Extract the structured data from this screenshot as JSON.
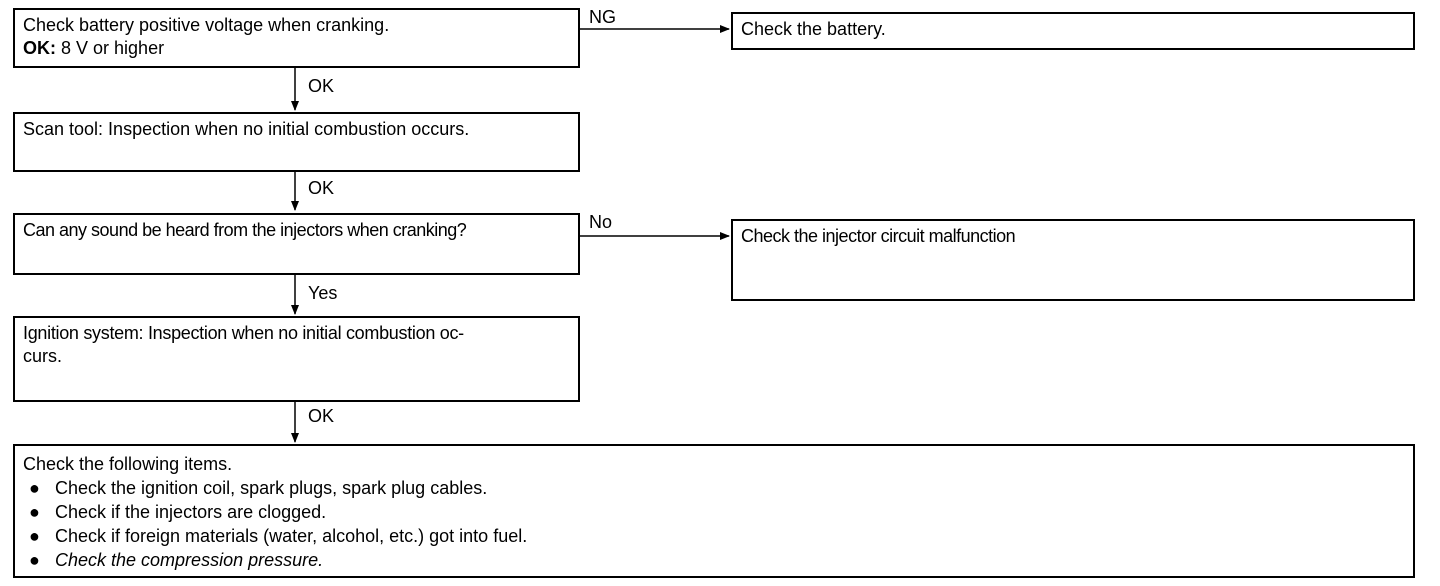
{
  "nodes": {
    "battery_check": {
      "line1": "Check battery positive voltage when cranking.",
      "ok_prefix": "OK:",
      "ok_value": "8 V or higher"
    },
    "check_battery": {
      "text": "Check the battery."
    },
    "scan_tool": {
      "text": "Scan tool: Inspection when no initial combustion occurs."
    },
    "injector_sound": {
      "text": "Can any sound be heard from the injectors when cranking?"
    },
    "injector_circuit": {
      "text": "Check the injector circuit malfunction"
    },
    "ignition_system": {
      "line1": "Ignition system: Inspection when no initial combustion oc-",
      "line2": "curs."
    },
    "final_check": {
      "heading": "Check the following items.",
      "bullet": "●",
      "items": [
        "Check the ignition coil, spark plugs, spark plug cables.",
        "Check if the injectors are clogged.",
        "Check if foreign materials (water, alcohol, etc.) got into fuel.",
        "Check the compression pressure."
      ]
    }
  },
  "edges": {
    "ng_label": "NG",
    "ok1_label": "OK",
    "ok2_label": "OK",
    "no_label": "No",
    "yes_label": "Yes",
    "ok3_label": "OK"
  }
}
